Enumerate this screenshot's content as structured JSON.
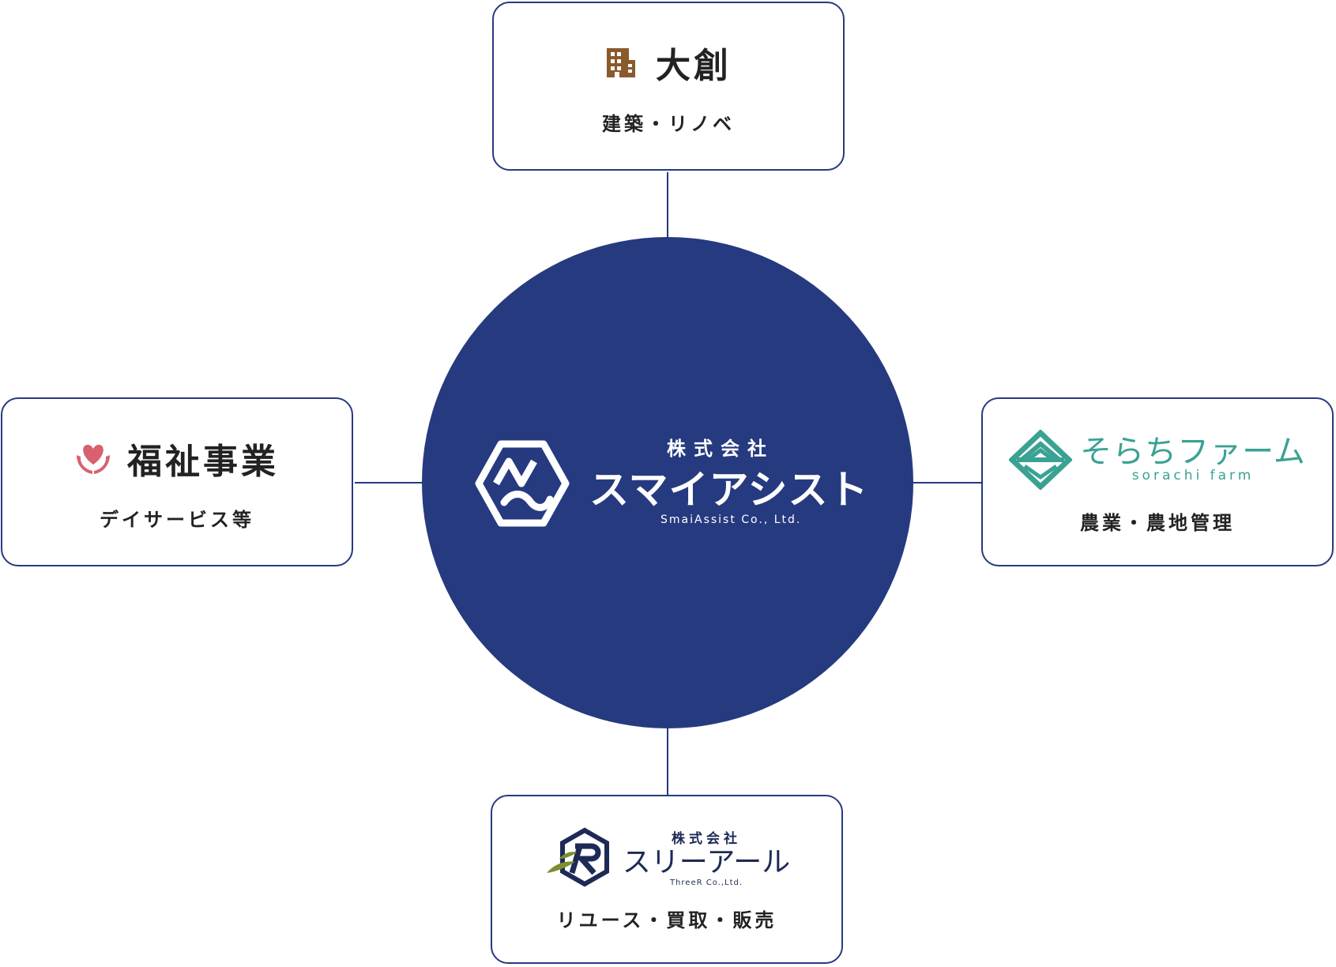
{
  "colors": {
    "navy": "#263a80",
    "brown": "#8a5a2b",
    "pink": "#d9606f",
    "teal": "#3aa293",
    "dark_navy": "#1e2a55",
    "olive": "#7b8f2d"
  },
  "center": {
    "kabushiki": "株式会社",
    "company_name": "スマイアシスト",
    "english_name": "SmaiAssist Co., Ltd.",
    "icon": "smaiassist-logo-icon"
  },
  "top": {
    "icon": "building-icon",
    "brand": "大創",
    "subtitle": "建築・リノベ"
  },
  "left": {
    "icon": "heart-hands-icon",
    "brand": "福祉事業",
    "subtitle": "デイサービス等"
  },
  "right": {
    "icon": "sorachi-leaf-icon",
    "brand_jp": "そらちファーム",
    "brand_en": "sorachi farm",
    "subtitle": "農業・農地管理"
  },
  "bottom": {
    "icon": "threer-logo-icon",
    "kabushiki": "株式会社",
    "brand": "スリーアール",
    "brand_en": "ThreeR Co.,Ltd.",
    "subtitle": "リユース・買取・販売"
  }
}
